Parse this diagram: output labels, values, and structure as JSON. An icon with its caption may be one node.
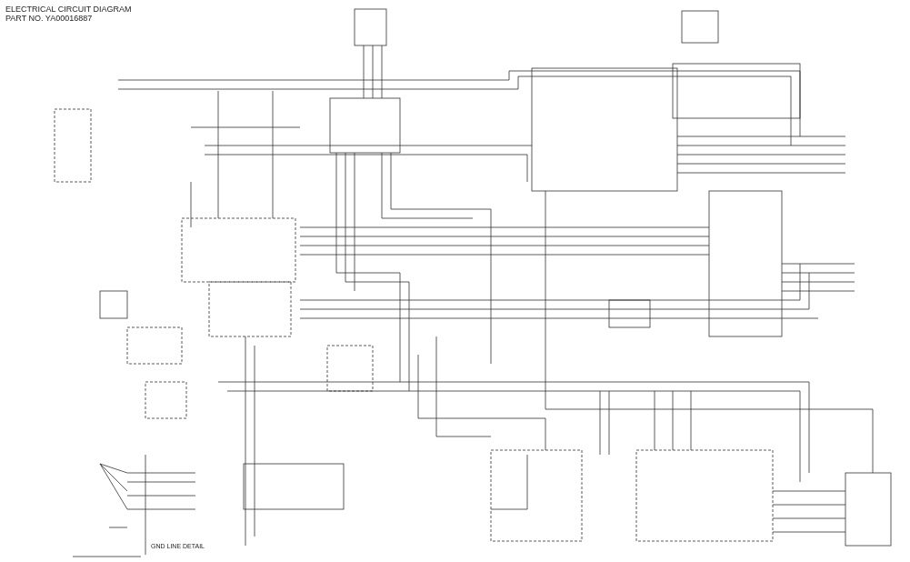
{
  "diagram": {
    "title": "ELECTRICAL CIRCUIT DIAGRAM",
    "labels": [
      "PART NO. YA00016887",
      "GND LINE DETAIL"
    ]
  }
}
